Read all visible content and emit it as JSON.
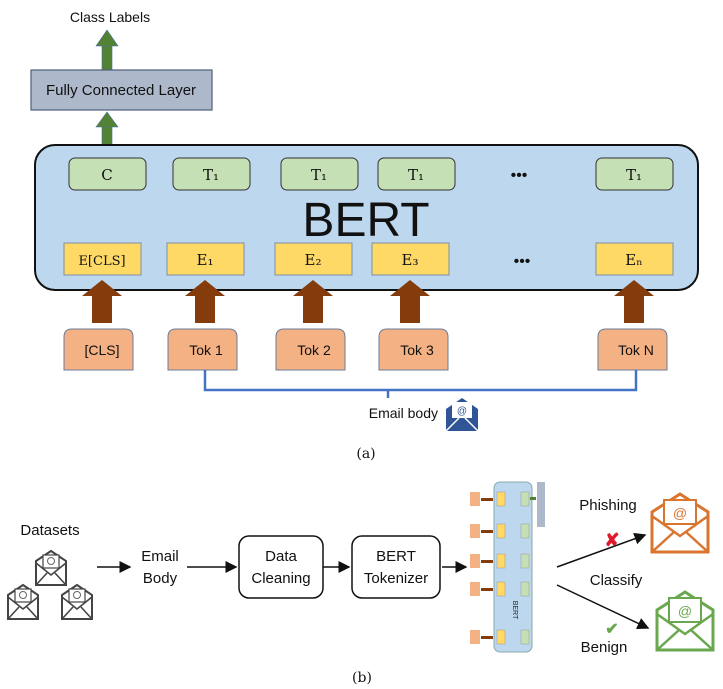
{
  "panel_a": {
    "class_labels": "Class Labels",
    "fc_layer": "Fully Connected Layer",
    "bert_title": "BERT",
    "outputs": [
      "C",
      "T₁",
      "T₁",
      "T₁",
      "T₁"
    ],
    "embeddings": [
      "E[CLS]",
      "E₁",
      "E₂",
      "E₃",
      "Eₙ"
    ],
    "ellipsis": "•••",
    "tokens": [
      "[CLS]",
      "Tok 1",
      "Tok 2",
      "Tok 3",
      "Tok N"
    ],
    "email_body": "Email body",
    "caption": "(a)"
  },
  "panel_b": {
    "datasets": "Datasets",
    "email_body_line1": "Email",
    "email_body_line2": "Body",
    "data_cleaning_line1": "Data",
    "data_cleaning_line2": "Cleaning",
    "tokenizer_line1": "BERT",
    "tokenizer_line2": "Tokenizer",
    "mini_bert_label": "BERT",
    "phishing": "Phishing",
    "classify": "Classify",
    "benign": "Benign",
    "caption": "(b)"
  },
  "colors": {
    "bert_fill": "#bdd7ee",
    "output_fill": "#c5e0b4",
    "embedding_fill": "#ffd966",
    "token_fill": "#f4b183",
    "green_arrow": "#548235",
    "brown_arrow": "#843c0c",
    "fc_fill": "#adb9ca",
    "link_line": "#4472c4",
    "phishing": "#d9752f",
    "benign": "#6aa84f",
    "cross": "#e0192b"
  }
}
